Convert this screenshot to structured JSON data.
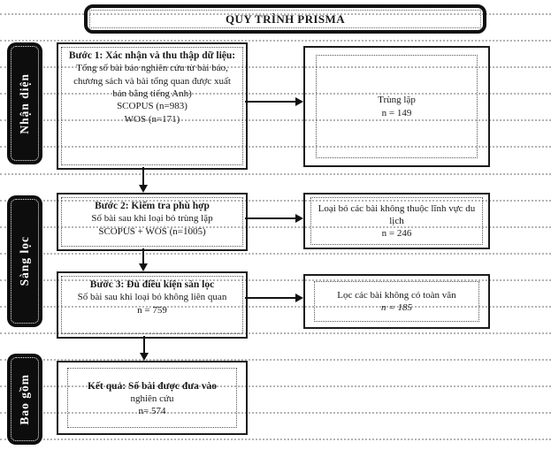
{
  "title": "QUY TRÌNH PRISMA",
  "stages": {
    "identification": "Nhận diện",
    "screening": "Sàng lọc",
    "included": "Bao gồm"
  },
  "steps": {
    "step1": {
      "heading": "Bước 1: Xác nhận và thu thập dữ liệu:",
      "body": "Tổng số bài báo nghiên cứu từ bài báo, chương sách và bài tổng quan được xuất bản bằng tiếng Anh)",
      "count1": "SCOPUS (n=983)",
      "count2": "WOS (n=171)"
    },
    "step2": {
      "heading": "Bước 2: Kiểm tra phù hợp",
      "body": "Số bài sau khi loại bỏ trùng lặp",
      "count1": "SCOPUS + WOS (n=1005)"
    },
    "step3": {
      "heading": "Bước 3: Đủ điều kiện sàn lọc",
      "body": "Số bài sau khi loại bỏ không liên quan",
      "count1": "n = 759"
    },
    "result": {
      "heading": "Kết quả: Số bài được đưa vào",
      "body": "nghiên cứu",
      "count1": "n= 574"
    }
  },
  "side_boxes": {
    "duplicates": {
      "label": "Trùng lặp",
      "count": "n = 149"
    },
    "out_of_scope": {
      "label": "Loại bỏ các bài không thuộc lĩnh vực du lịch",
      "count": "n = 246"
    },
    "no_fulltext": {
      "label": "Lọc các bài không có toàn văn",
      "count": "n = 185"
    }
  },
  "colors": {
    "line": "#111111",
    "stage_bg": "#0d0d0d",
    "stage_text": "#ffffff",
    "rule": "#9b9b9b"
  }
}
